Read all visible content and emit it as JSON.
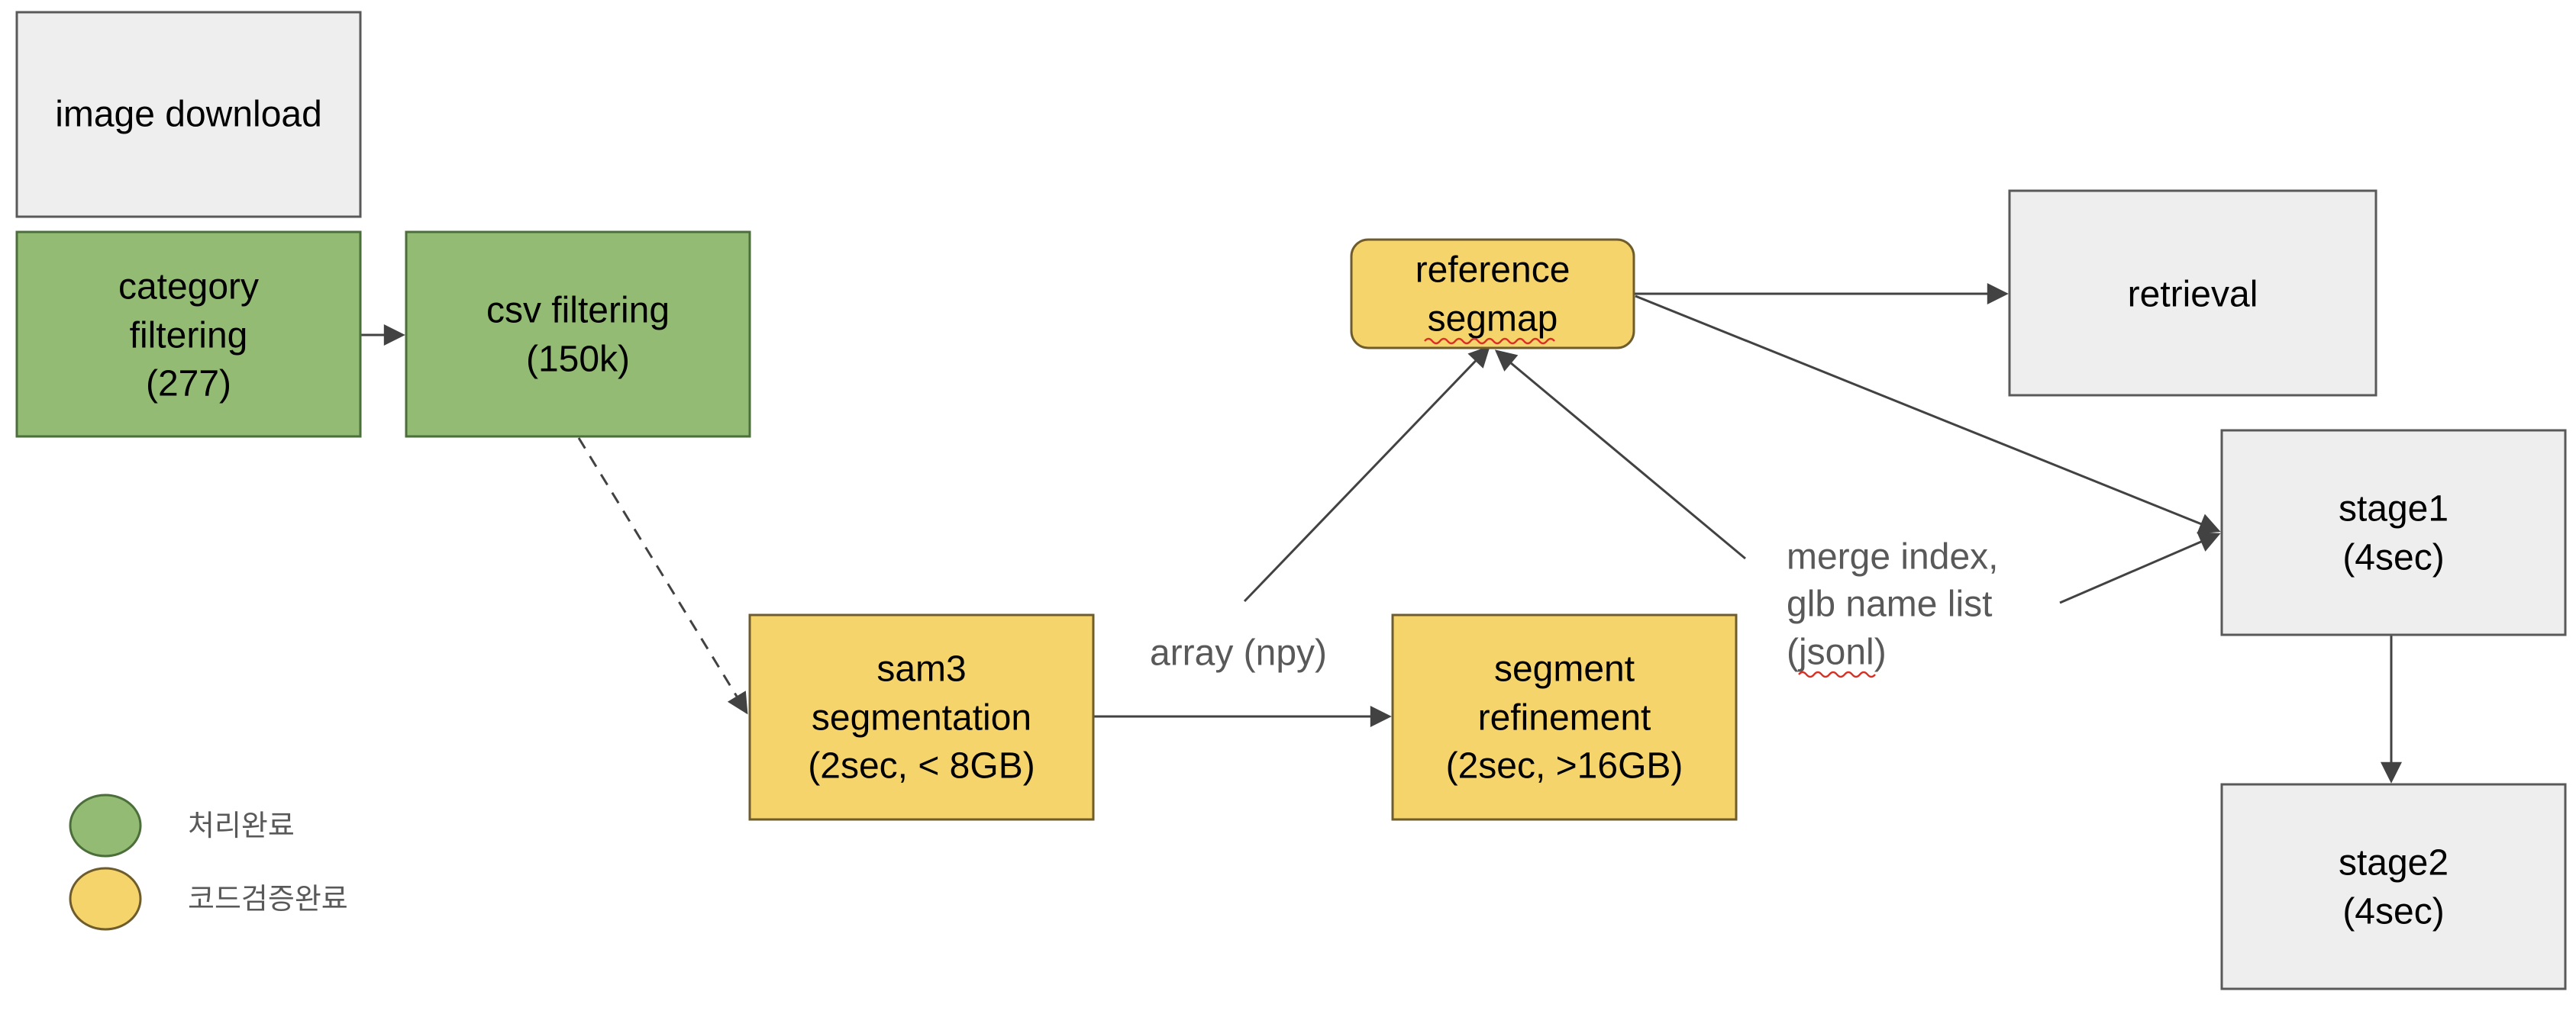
{
  "colors": {
    "gray_fill": "#eeeeee",
    "gray_stroke": "#595959",
    "green_fill": "#93bb74",
    "green_stroke": "#4b6e3a",
    "yellow_fill": "#f6d46c",
    "yellow_stroke": "#6e5c2c",
    "edge": "#424242",
    "spell_underline": "#d93025"
  },
  "nodes": {
    "image_download": {
      "lines": [
        "image download"
      ],
      "status": "none"
    },
    "category_filtering": {
      "lines": [
        "category",
        "filtering",
        "(277)"
      ],
      "status": "done"
    },
    "csv_filtering": {
      "lines": [
        "csv filtering",
        "(150k)"
      ],
      "status": "done"
    },
    "sam3_segmentation": {
      "lines": [
        "sam3",
        "segmentation",
        "(2sec, < 8GB)"
      ],
      "status": "code_verified"
    },
    "segment_refinement": {
      "lines": [
        "segment",
        "refinement",
        "(2sec, >16GB)"
      ],
      "status": "code_verified"
    },
    "reference_segmap": {
      "lines": [
        "reference",
        "segmap"
      ],
      "status": "code_verified"
    },
    "retrieval": {
      "lines": [
        "retrieval"
      ],
      "status": "none"
    },
    "stage1": {
      "lines": [
        "stage1",
        "(4sec)"
      ],
      "status": "none"
    },
    "stage2": {
      "lines": [
        "stage2",
        "(4sec)"
      ],
      "status": "none"
    }
  },
  "edge_labels": {
    "array": "array (npy)",
    "merge": [
      "merge index,",
      "glb name list",
      "(jsonl)"
    ]
  },
  "edges": [
    {
      "from": "category_filtering",
      "to": "csv_filtering",
      "style": "solid"
    },
    {
      "from": "csv_filtering",
      "to": "sam3_segmentation",
      "style": "dashed"
    },
    {
      "from": "sam3_segmentation",
      "to": "segment_refinement",
      "style": "solid",
      "label": "array (npy)"
    },
    {
      "from": "array (npy)",
      "to": "reference_segmap",
      "style": "solid"
    },
    {
      "from": "merge index, glb name list (jsonl)",
      "to": "reference_segmap",
      "style": "solid"
    },
    {
      "from": "reference_segmap",
      "to": "retrieval",
      "style": "solid"
    },
    {
      "from": "reference_segmap",
      "to": "stage1",
      "style": "solid"
    },
    {
      "from": "merge index, glb name list (jsonl)",
      "to": "stage1",
      "style": "solid"
    },
    {
      "from": "stage1",
      "to": "stage2",
      "style": "solid"
    }
  ],
  "legend": [
    {
      "label": "처리완료",
      "color": "#93bb74",
      "stroke": "#4b6e3a"
    },
    {
      "label": "코드검증완료",
      "color": "#f6d46c",
      "stroke": "#6e5c2c"
    }
  ]
}
